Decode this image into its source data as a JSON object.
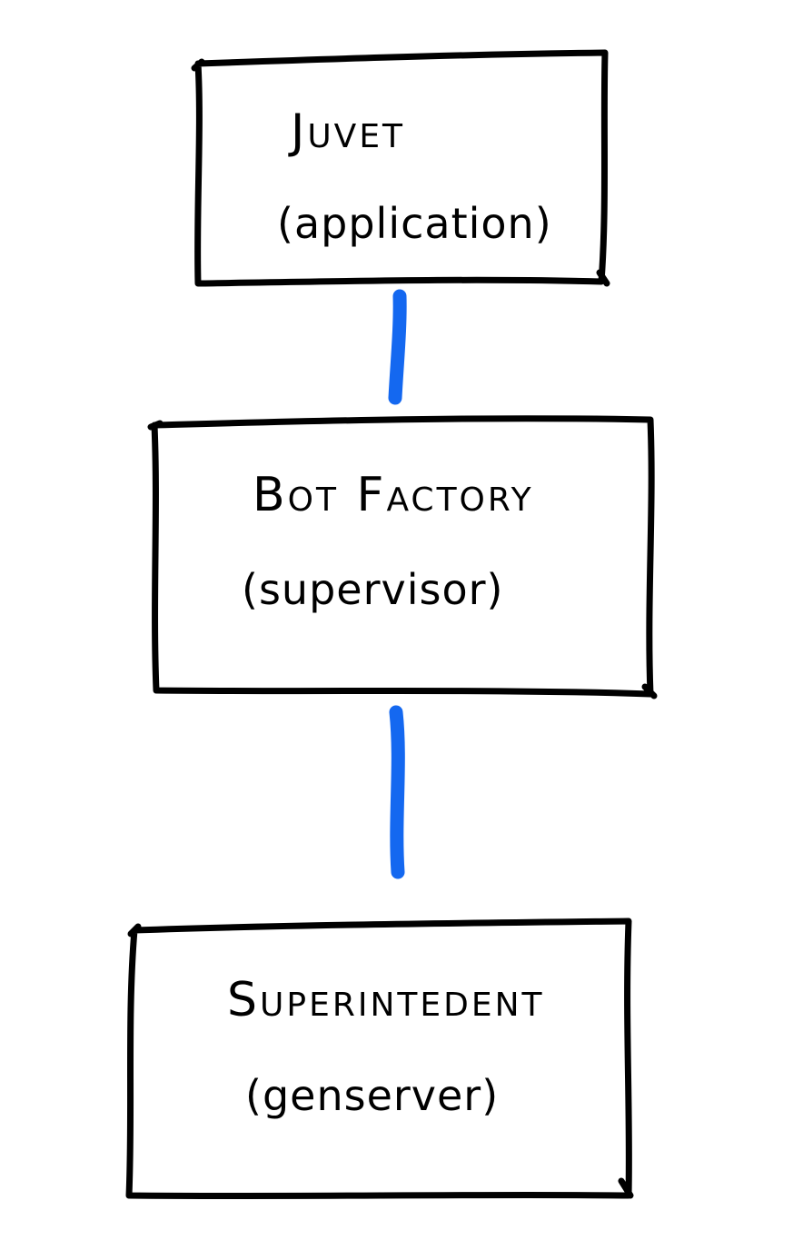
{
  "colors": {
    "ink": "#000000",
    "connector": "#1468f0",
    "background": "#ffffff"
  },
  "nodes": [
    {
      "title": "Juvet",
      "subtitle": "(application)"
    },
    {
      "title": "Bot Factory",
      "subtitle": "(supervisor)"
    },
    {
      "title": "Superintedent",
      "subtitle": "(genserver)"
    }
  ]
}
